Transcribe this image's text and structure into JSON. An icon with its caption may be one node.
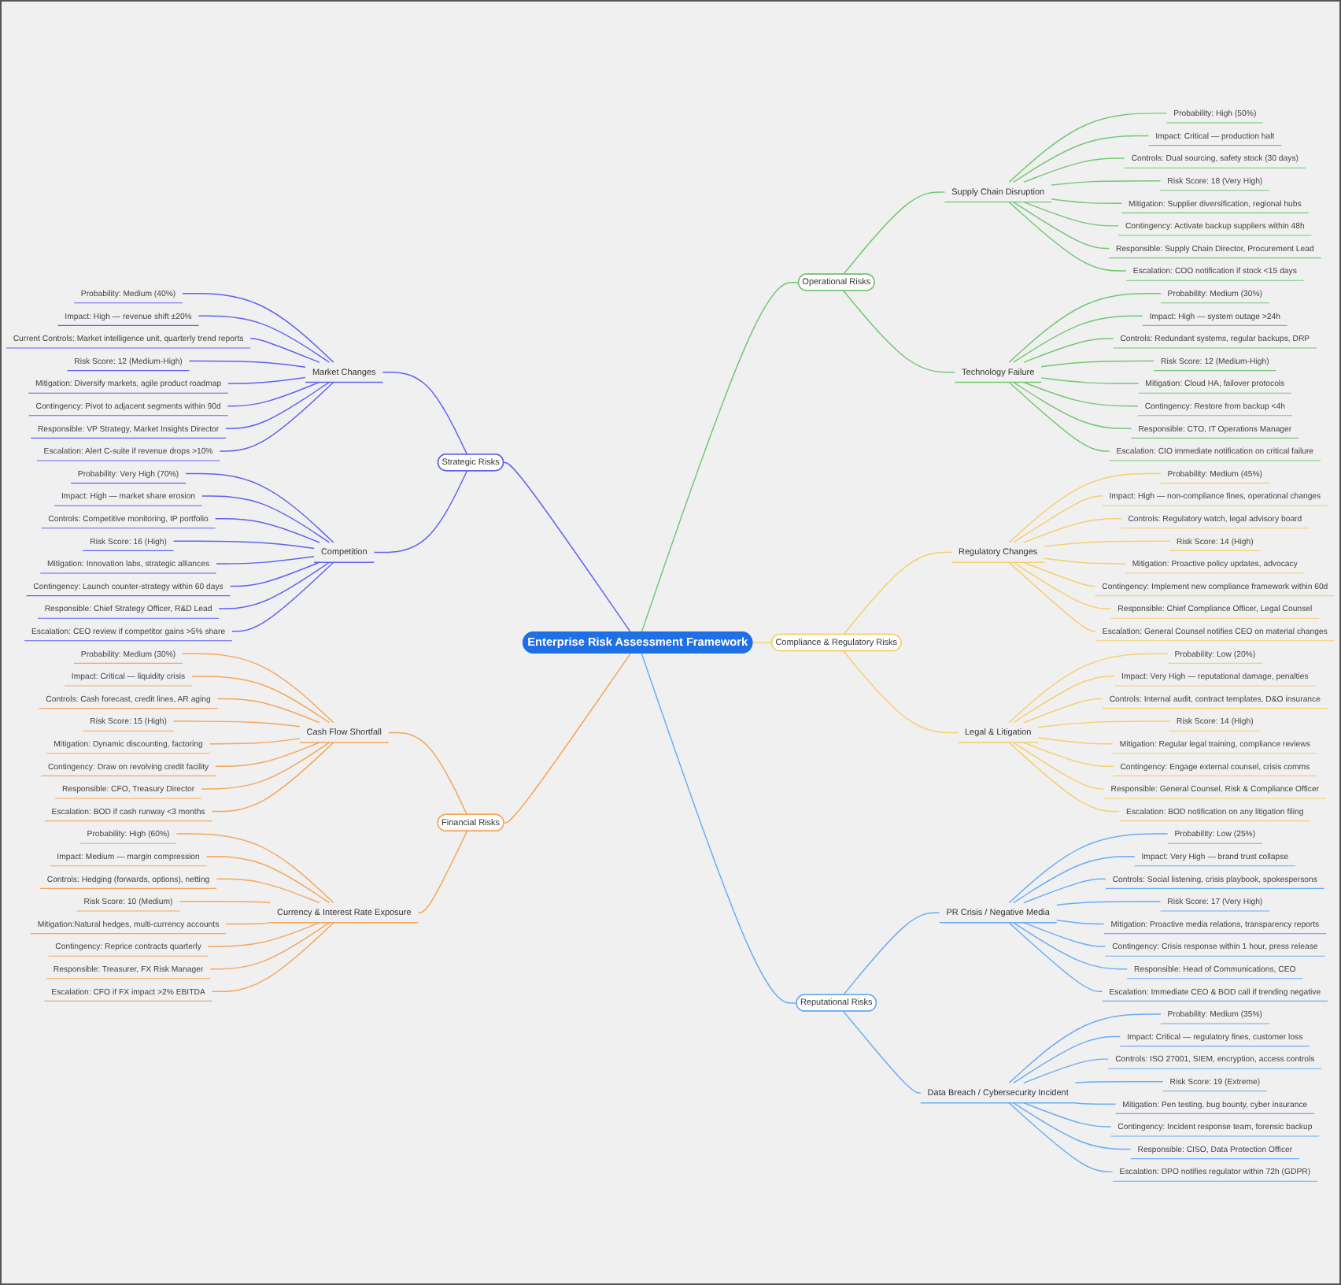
{
  "diagram": {
    "nodes": [
      {
        "text": [
          "Enterprise Risk Assessment Framework"
        ]
      },
      {
        "text": [
          "Strategic Risks"
        ]
      },
      {
        "text": [
          "Market Changes"
        ]
      },
      {
        "text": [
          "Probability: Medium (40%)"
        ]
      },
      {
        "text": [
          "Impact: High — revenue shift ±20%"
        ]
      },
      {
        "text": [
          "Current Controls: Market intelligence unit, quarterly trend reports"
        ]
      },
      {
        "text": [
          "Risk Score: 12 (Medium-High)"
        ]
      },
      {
        "text": [
          "Mitigation: Diversify markets, agile product roadmap"
        ]
      },
      {
        "text": [
          "Contingency: Pivot to adjacent segments within 90d"
        ]
      },
      {
        "text": [
          "Responsible: VP Strategy, Market Insights Director"
        ]
      },
      {
        "text": [
          "Escalation: Alert C-suite if revenue drops >10%"
        ]
      },
      {
        "text": [
          "Competition"
        ]
      },
      {
        "text": [
          "Probability: Very High (70%)"
        ]
      },
      {
        "text": [
          "Impact: High — market share erosion"
        ]
      },
      {
        "text": [
          "Controls: Competitive monitoring, IP portfolio"
        ]
      },
      {
        "text": [
          "Risk Score: 16 (High)"
        ]
      },
      {
        "text": [
          "Mitigation: Innovation labs, strategic alliances"
        ]
      },
      {
        "text": [
          "Contingency: Launch counter-strategy within 60 days"
        ]
      },
      {
        "text": [
          "Responsible: Chief Strategy Officer, R&D Lead"
        ]
      },
      {
        "text": [
          "Escalation: CEO review if competitor gains >5% share"
        ]
      },
      {
        "text": [
          "Financial Risks"
        ]
      },
      {
        "text": [
          "Cash Flow Shortfall"
        ]
      },
      {
        "text": [
          "Probability: Medium (30%)"
        ]
      },
      {
        "text": [
          "Impact: Critical — liquidity crisis"
        ]
      },
      {
        "text": [
          "Controls: Cash forecast, credit lines, AR aging"
        ]
      },
      {
        "text": [
          "Risk Score: 15 (High)"
        ]
      },
      {
        "text": [
          "Mitigation: Dynamic discounting, factoring"
        ]
      },
      {
        "text": [
          "Contingency: Draw on revolving credit facility"
        ]
      },
      {
        "text": [
          "Responsible: CFO, Treasury Director"
        ]
      },
      {
        "text": [
          "Escalation: BOD if cash runway <3 months"
        ]
      },
      {
        "text": [
          "Currency & Interest Rate Exposure"
        ]
      },
      {
        "text": [
          "Probability: High (60%)"
        ]
      },
      {
        "text": [
          "Impact: Medium — margin compression"
        ]
      },
      {
        "text": [
          "Controls: Hedging (forwards, options), netting"
        ]
      },
      {
        "text": [
          "Risk Score: 10 (Medium)"
        ]
      },
      {
        "text": [
          "Mitigation:Natural hedges, multi-currency accounts"
        ]
      },
      {
        "text": [
          "Contingency: Reprice contracts quarterly"
        ]
      },
      {
        "text": [
          "Responsible: Treasurer, FX Risk Manager"
        ]
      },
      {
        "text": [
          "Escalation: CFO if FX impact >2% EBITDA"
        ]
      },
      {
        "text": [
          "Operational Risks"
        ]
      },
      {
        "text": [
          "Supply Chain Disruption"
        ]
      },
      {
        "text": [
          "Probability: High (50%)"
        ]
      },
      {
        "text": [
          "Impact: Critical — production halt"
        ]
      },
      {
        "text": [
          "Controls: Dual sourcing, safety stock (30 days)"
        ]
      },
      {
        "text": [
          "Risk Score: 18 (Very High)"
        ]
      },
      {
        "text": [
          "Mitigation: Supplier diversification, regional hubs"
        ]
      },
      {
        "text": [
          "Contingency: Activate backup suppliers within 48h"
        ]
      },
      {
        "text": [
          "Responsible: Supply Chain Director, Procurement Lead"
        ]
      },
      {
        "text": [
          "Escalation: COO notification if stock <15 days"
        ]
      },
      {
        "text": [
          "Technology Failure"
        ]
      },
      {
        "text": [
          "Probability: Medium (30%)"
        ]
      },
      {
        "text": [
          "Impact: High — system outage >24h"
        ]
      },
      {
        "text": [
          "Controls: Redundant systems, regular backups, DRP"
        ]
      },
      {
        "text": [
          "Risk Score: 12 (Medium-High)"
        ]
      },
      {
        "text": [
          "Mitigation: Cloud HA, failover protocols"
        ]
      },
      {
        "text": [
          "Contingency: Restore from backup <4h"
        ]
      },
      {
        "text": [
          "Responsible: CTO, IT Operations Manager"
        ]
      },
      {
        "text": [
          "Escalation: CIO immediate notification on critical failure"
        ]
      },
      {
        "text": [
          "Compliance & Regulatory Risks"
        ]
      },
      {
        "text": [
          "Regulatory Changes"
        ]
      },
      {
        "text": [
          "Probability: Medium (45%)"
        ]
      },
      {
        "text": [
          "Impact: High — non-compliance fines, operational changes"
        ]
      },
      {
        "text": [
          "Controls: Regulatory watch, legal advisory board"
        ]
      },
      {
        "text": [
          "Risk Score: 14 (High)"
        ]
      },
      {
        "text": [
          "Mitigation: Proactive policy updates, advocacy"
        ]
      },
      {
        "text": [
          "Contingency: Implement new compliance framework within 60d"
        ]
      },
      {
        "text": [
          "Responsible: Chief Compliance Officer, Legal Counsel"
        ]
      },
      {
        "text": [
          "Escalation: General Counsel notifies CEO on material changes"
        ]
      },
      {
        "text": [
          "Legal & Litigation"
        ]
      },
      {
        "text": [
          "Probability: Low (20%)"
        ]
      },
      {
        "text": [
          "Impact: Very High — reputational damage, penalties"
        ]
      },
      {
        "text": [
          "Controls: Internal audit, contract templates, D&O insurance"
        ]
      },
      {
        "text": [
          "Risk Score: 14 (High)"
        ]
      },
      {
        "text": [
          "Mitigation: Regular legal training, compliance reviews"
        ]
      },
      {
        "text": [
          "Contingency: Engage external counsel, crisis comms"
        ]
      },
      {
        "text": [
          "Responsible: General Counsel, Risk & Compliance Officer"
        ]
      },
      {
        "text": [
          "Escalation: BOD notification on any litigation filing"
        ]
      },
      {
        "text": [
          "Reputational Risks"
        ]
      },
      {
        "text": [
          "PR Crisis / Negative Media"
        ]
      },
      {
        "text": [
          "Probability: Low (25%)"
        ]
      },
      {
        "text": [
          "Impact: Very High — brand trust collapse"
        ]
      },
      {
        "text": [
          "Controls: Social listening, crisis playbook, spokespersons"
        ]
      },
      {
        "text": [
          "Risk Score: 17 (Very High)"
        ]
      },
      {
        "text": [
          "Mitigation: Proactive media relations, transparency reports"
        ]
      },
      {
        "text": [
          "Contingency: Crisis response within 1 hour, press release"
        ]
      },
      {
        "text": [
          "Responsible: Head of Communications, CEO"
        ]
      },
      {
        "text": [
          "Escalation: Immediate CEO & BOD call if trending negative"
        ]
      },
      {
        "text": [
          "Data Breach / Cybersecurity Incident"
        ]
      },
      {
        "text": [
          "Probability: Medium (35%)"
        ]
      },
      {
        "text": [
          "Impact: Critical — regulatory fines, customer loss"
        ]
      },
      {
        "text": [
          "Controls: ISO 27001, SIEM, encryption, access controls"
        ]
      },
      {
        "text": [
          "Risk Score: 19 (Extreme)"
        ]
      },
      {
        "text": [
          "Mitigation: Pen testing, bug bounty, cyber insurance"
        ]
      },
      {
        "text": [
          "Contingency: Incident response team, forensic backup"
        ]
      },
      {
        "text": [
          "Responsible: CISO, Data Protection Officer"
        ]
      },
      {
        "text": [
          "Escalation: DPO notifies regulator within 72h (GDPR)"
        ]
      }
    ],
    "edges": [
      {
        "from": 1,
        "to": 0,
        "arrow": "none",
        "color": "#6161f2"
      },
      {
        "from": 2,
        "to": 1,
        "arrow": "none",
        "color": "#6161f2"
      },
      {
        "from": 3,
        "to": 2,
        "arrow": "none",
        "color": "#6161f2"
      },
      {
        "from": 4,
        "to": 2,
        "arrow": "none",
        "color": "#6161f2"
      },
      {
        "from": 5,
        "to": 2,
        "arrow": "none",
        "color": "#6161f2"
      },
      {
        "from": 6,
        "to": 2,
        "arrow": "none",
        "color": "#6161f2"
      },
      {
        "from": 7,
        "to": 2,
        "arrow": "none",
        "color": "#6161f2"
      },
      {
        "from": 8,
        "to": 2,
        "arrow": "none",
        "color": "#6161f2"
      },
      {
        "from": 9,
        "to": 2,
        "arrow": "none",
        "color": "#6161f2"
      },
      {
        "from": 10,
        "to": 2,
        "arrow": "none",
        "color": "#6161f2"
      },
      {
        "from": 11,
        "to": 1,
        "arrow": "none",
        "color": "#6161f2"
      },
      {
        "from": 12,
        "to": 11,
        "arrow": "none",
        "color": "#6161f2"
      },
      {
        "from": 13,
        "to": 11,
        "arrow": "none",
        "color": "#6161f2"
      },
      {
        "from": 14,
        "to": 11,
        "arrow": "none",
        "color": "#6161f2"
      },
      {
        "from": 15,
        "to": 11,
        "arrow": "none",
        "color": "#6161f2"
      },
      {
        "from": 16,
        "to": 11,
        "arrow": "none",
        "color": "#6161f2"
      },
      {
        "from": 17,
        "to": 11,
        "arrow": "none",
        "color": "#6161f2"
      },
      {
        "from": 18,
        "to": 11,
        "arrow": "none",
        "color": "#6161f2"
      },
      {
        "from": 19,
        "to": 11,
        "arrow": "none",
        "color": "#6161f2"
      },
      {
        "from": 20,
        "to": 0,
        "arrow": "none",
        "color": "#f5a55a"
      },
      {
        "from": 21,
        "to": 20,
        "arrow": "none",
        "color": "#f5a55a"
      },
      {
        "from": 22,
        "to": 21,
        "arrow": "none",
        "color": "#f5a55a"
      },
      {
        "from": 23,
        "to": 21,
        "arrow": "none",
        "color": "#f5a55a"
      },
      {
        "from": 24,
        "to": 21,
        "arrow": "none",
        "color": "#f5a55a"
      },
      {
        "from": 25,
        "to": 21,
        "arrow": "none",
        "color": "#f5a55a"
      },
      {
        "from": 26,
        "to": 21,
        "arrow": "none",
        "color": "#f5a55a"
      },
      {
        "from": 27,
        "to": 21,
        "arrow": "none",
        "color": "#f5a55a"
      },
      {
        "from": 28,
        "to": 21,
        "arrow": "none",
        "color": "#f5a55a"
      },
      {
        "from": 29,
        "to": 21,
        "arrow": "none",
        "color": "#f5a55a"
      },
      {
        "from": 30,
        "to": 20,
        "arrow": "none",
        "color": "#f5a55a"
      },
      {
        "from": 31,
        "to": 30,
        "arrow": "none",
        "color": "#f5a55a"
      },
      {
        "from": 32,
        "to": 30,
        "arrow": "none",
        "color": "#f5a55a"
      },
      {
        "from": 33,
        "to": 30,
        "arrow": "none",
        "color": "#f5a55a"
      },
      {
        "from": 34,
        "to": 30,
        "arrow": "none",
        "color": "#f5a55a"
      },
      {
        "from": 35,
        "to": 30,
        "arrow": "none",
        "color": "#f5a55a"
      },
      {
        "from": 36,
        "to": 30,
        "arrow": "none",
        "color": "#f5a55a"
      },
      {
        "from": 37,
        "to": 30,
        "arrow": "none",
        "color": "#f5a55a"
      },
      {
        "from": 38,
        "to": 30,
        "arrow": "none",
        "color": "#f5a55a"
      },
      {
        "from": 0,
        "to": 39,
        "arrow": "none",
        "color": "#73c773"
      },
      {
        "from": 39,
        "to": 40,
        "arrow": "none",
        "color": "#73c773"
      },
      {
        "from": 40,
        "to": 41,
        "arrow": "none",
        "color": "#73c773"
      },
      {
        "from": 40,
        "to": 42,
        "arrow": "none",
        "color": "#73c773"
      },
      {
        "from": 40,
        "to": 43,
        "arrow": "none",
        "color": "#73c773"
      },
      {
        "from": 40,
        "to": 44,
        "arrow": "none",
        "color": "#73c773"
      },
      {
        "from": 40,
        "to": 45,
        "arrow": "none",
        "color": "#73c773"
      },
      {
        "from": 40,
        "to": 46,
        "arrow": "none",
        "color": "#73c773"
      },
      {
        "from": 40,
        "to": 47,
        "arrow": "none",
        "color": "#73c773"
      },
      {
        "from": 40,
        "to": 48,
        "arrow": "none",
        "color": "#73c773"
      },
      {
        "from": 39,
        "to": 49,
        "arrow": "none",
        "color": "#73c773"
      },
      {
        "from": 49,
        "to": 50,
        "arrow": "none",
        "color": "#73c773"
      },
      {
        "from": 49,
        "to": 51,
        "arrow": "none",
        "color": "#73c773"
      },
      {
        "from": 49,
        "to": 52,
        "arrow": "none",
        "color": "#73c773"
      },
      {
        "from": 49,
        "to": 53,
        "arrow": "none",
        "color": "#73c773"
      },
      {
        "from": 49,
        "to": 54,
        "arrow": "none",
        "color": "#73c773"
      },
      {
        "from": 49,
        "to": 55,
        "arrow": "none",
        "color": "#73c773"
      },
      {
        "from": 49,
        "to": 56,
        "arrow": "none",
        "color": "#73c773"
      },
      {
        "from": 49,
        "to": 57,
        "arrow": "none",
        "color": "#73c773"
      },
      {
        "from": 0,
        "to": 58,
        "arrow": "none",
        "color": "#f5cf6e"
      },
      {
        "from": 58,
        "to": 59,
        "arrow": "none",
        "color": "#f5cf6e"
      },
      {
        "from": 59,
        "to": 60,
        "arrow": "none",
        "color": "#f5cf6e"
      },
      {
        "from": 59,
        "to": 61,
        "arrow": "none",
        "color": "#f5cf6e"
      },
      {
        "from": 59,
        "to": 62,
        "arrow": "none",
        "color": "#f5cf6e"
      },
      {
        "from": 59,
        "to": 63,
        "arrow": "none",
        "color": "#f5cf6e"
      },
      {
        "from": 59,
        "to": 64,
        "arrow": "none",
        "color": "#f5cf6e"
      },
      {
        "from": 59,
        "to": 65,
        "arrow": "none",
        "color": "#f5cf6e"
      },
      {
        "from": 59,
        "to": 66,
        "arrow": "none",
        "color": "#f5cf6e"
      },
      {
        "from": 59,
        "to": 67,
        "arrow": "none",
        "color": "#f5cf6e"
      },
      {
        "from": 58,
        "to": 68,
        "arrow": "none",
        "color": "#f5cf6e"
      },
      {
        "from": 68,
        "to": 69,
        "arrow": "none",
        "color": "#f5cf6e"
      },
      {
        "from": 68,
        "to": 70,
        "arrow": "none",
        "color": "#f5cf6e"
      },
      {
        "from": 68,
        "to": 71,
        "arrow": "none",
        "color": "#f5cf6e"
      },
      {
        "from": 68,
        "to": 72,
        "arrow": "none",
        "color": "#f5cf6e"
      },
      {
        "from": 68,
        "to": 73,
        "arrow": "none",
        "color": "#f5cf6e"
      },
      {
        "from": 68,
        "to": 74,
        "arrow": "none",
        "color": "#f5cf6e"
      },
      {
        "from": 68,
        "to": 75,
        "arrow": "none",
        "color": "#f5cf6e"
      },
      {
        "from": 68,
        "to": 76,
        "arrow": "none",
        "color": "#f5cf6e"
      },
      {
        "from": 0,
        "to": 77,
        "arrow": "none",
        "color": "#6aacf7"
      },
      {
        "from": 77,
        "to": 78,
        "arrow": "none",
        "color": "#6aacf7"
      },
      {
        "from": 78,
        "to": 79,
        "arrow": "none",
        "color": "#6aacf7"
      },
      {
        "from": 78,
        "to": 80,
        "arrow": "none",
        "color": "#6aacf7"
      },
      {
        "from": 78,
        "to": 81,
        "arrow": "none",
        "color": "#6aacf7"
      },
      {
        "from": 78,
        "to": 82,
        "arrow": "none",
        "color": "#6aacf7"
      },
      {
        "from": 78,
        "to": 83,
        "arrow": "none",
        "color": "#6aacf7"
      },
      {
        "from": 78,
        "to": 84,
        "arrow": "none",
        "color": "#6aacf7"
      },
      {
        "from": 78,
        "to": 85,
        "arrow": "none",
        "color": "#6aacf7"
      },
      {
        "from": 78,
        "to": 86,
        "arrow": "none",
        "color": "#6aacf7"
      },
      {
        "from": 77,
        "to": 87,
        "arrow": "none",
        "color": "#6aacf7"
      },
      {
        "from": 87,
        "to": 88,
        "arrow": "none",
        "color": "#6aacf7"
      },
      {
        "from": 87,
        "to": 89,
        "arrow": "none",
        "color": "#6aacf7"
      },
      {
        "from": 87,
        "to": 90,
        "arrow": "none",
        "color": "#6aacf7"
      },
      {
        "from": 87,
        "to": 91,
        "arrow": "none",
        "color": "#6aacf7"
      },
      {
        "from": 87,
        "to": 92,
        "arrow": "none",
        "color": "#6aacf7"
      },
      {
        "from": 87,
        "to": 93,
        "arrow": "none",
        "color": "#6aacf7"
      },
      {
        "from": 87,
        "to": 94,
        "arrow": "none",
        "color": "#6aacf7"
      },
      {
        "from": 87,
        "to": 95,
        "arrow": "none",
        "color": "#6aacf7"
      }
    ]
  }
}
